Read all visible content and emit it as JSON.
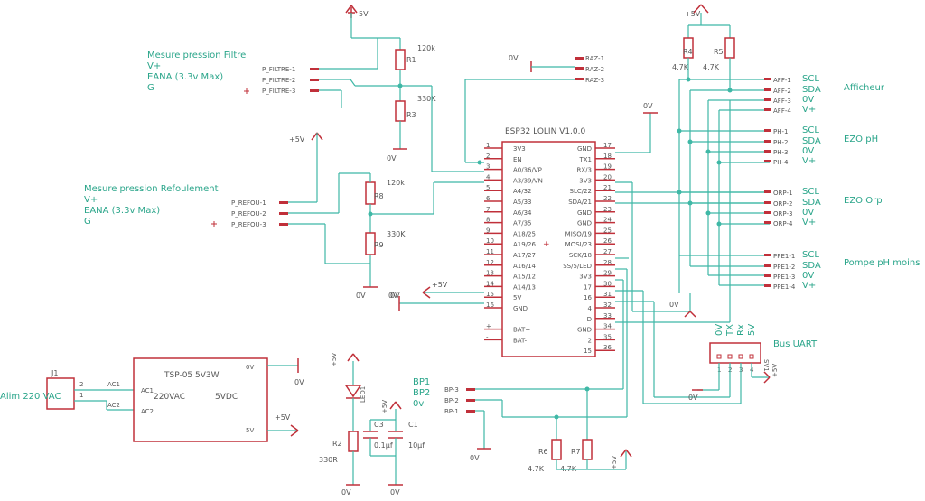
{
  "supply": {
    "top_5v": "5V",
    "r45_5v": "+5V",
    "refou_5v": "+5V",
    "esp_5v": "+5V",
    "pwr_5v_out": "+5V",
    "led_5v": "+5V",
    "cap_5v": "+5V",
    "bus_5v": "+5V",
    "r67_5v": "+5V",
    "esp_0v": "0V",
    "raz_0v": "0V",
    "esp_0v_b": "0V",
    "r3_0v": "0V",
    "r9_0v": "0V",
    "mid_0v": "0V",
    "bus_0v": "0V",
    "pwr_0v": "0V",
    "led_0v": "0V",
    "cap_0v": "0V",
    "bp_0v": "0V"
  },
  "filtre": {
    "title": "Mesure pression Filtre",
    "l1": "V+",
    "l2": "EANA (3.3v Max)",
    "l3": "G",
    "pins": [
      "P_FILTRE-1",
      "P_FILTRE-2",
      "P_FILTRE-3"
    ]
  },
  "refou": {
    "title": "Mesure pression Refoulement",
    "l1": "V+",
    "l2": "EANA (3.3v Max)",
    "l3": "G",
    "pins": [
      "P_REFOU-1",
      "P_REFOU-2",
      "P_REFOU-3"
    ]
  },
  "resistors": {
    "r1": {
      "name": "R1",
      "value": "120k"
    },
    "r3": {
      "name": "R3",
      "value": "330K"
    },
    "r8": {
      "name": "R8",
      "value": "120k"
    },
    "r9": {
      "name": "R9",
      "value": "330K"
    },
    "r4": {
      "name": "R4",
      "value": "4.7K"
    },
    "r5": {
      "name": "R5",
      "value": "4.7K"
    },
    "r6": {
      "name": "R6",
      "value": "4.7K"
    },
    "r7": {
      "name": "R7",
      "value": "4.7K"
    },
    "r2": {
      "name": "R2",
      "value": "330R"
    }
  },
  "raz": {
    "pins": [
      "RAZ-1",
      "RAZ-2",
      "RAZ-3"
    ]
  },
  "esp": {
    "title": "ESP32 LOLIN V1.0.0",
    "left": [
      {
        "n": "1",
        "l": "3V3"
      },
      {
        "n": "2",
        "l": "EN"
      },
      {
        "n": "3",
        "l": "A0/36/VP"
      },
      {
        "n": "4",
        "l": "A3/39/VN"
      },
      {
        "n": "5",
        "l": "A4/32"
      },
      {
        "n": "6",
        "l": "A5/33"
      },
      {
        "n": "7",
        "l": "A6/34"
      },
      {
        "n": "8",
        "l": "A7/35"
      },
      {
        "n": "9",
        "l": "A18/25"
      },
      {
        "n": "10",
        "l": "A19/26"
      },
      {
        "n": "11",
        "l": "A17/27"
      },
      {
        "n": "12",
        "l": "A16/14"
      },
      {
        "n": "13",
        "l": "A15/12"
      },
      {
        "n": "14",
        "l": "A14/13"
      },
      {
        "n": "15",
        "l": "5V"
      },
      {
        "n": "16",
        "l": "GND"
      },
      {
        "n": "",
        "l": ""
      },
      {
        "n": "+",
        "l": "BAT+"
      },
      {
        "n": "-",
        "l": "BAT-"
      }
    ],
    "right": [
      {
        "n": "17",
        "l": "GND"
      },
      {
        "n": "18",
        "l": "TX1"
      },
      {
        "n": "19",
        "l": "RX/3"
      },
      {
        "n": "20",
        "l": "3V3"
      },
      {
        "n": "21",
        "l": "SLC/22"
      },
      {
        "n": "22",
        "l": "SDA/21"
      },
      {
        "n": "23",
        "l": "GND"
      },
      {
        "n": "24",
        "l": "GND"
      },
      {
        "n": "25",
        "l": "MISO/19"
      },
      {
        "n": "26",
        "l": "MOSI/23"
      },
      {
        "n": "27",
        "l": "SCK/18"
      },
      {
        "n": "28",
        "l": "SS/5/LED"
      },
      {
        "n": "29",
        "l": "3V3"
      },
      {
        "n": "30",
        "l": "17"
      },
      {
        "n": "31",
        "l": "16"
      },
      {
        "n": "32",
        "l": "4"
      },
      {
        "n": "33",
        "l": "D"
      },
      {
        "n": "34",
        "l": "GND"
      },
      {
        "n": "35",
        "l": "2"
      },
      {
        "n": "36",
        "l": "15"
      }
    ]
  },
  "connectors": {
    "aff": {
      "pins": [
        "AFF-1",
        "AFF-2",
        "AFF-3",
        "AFF-4"
      ],
      "sig": [
        "SCL",
        "SDA",
        "0V",
        "V+"
      ],
      "title": "Afficheur"
    },
    "ph": {
      "pins": [
        "PH-1",
        "PH-2",
        "PH-3",
        "PH-4"
      ],
      "sig": [
        "SCL",
        "SDA",
        "0V",
        "V+"
      ],
      "title": "EZO pH"
    },
    "orp": {
      "pins": [
        "ORP-1",
        "ORP-2",
        "ORP-3",
        "ORP-4"
      ],
      "sig": [
        "SCL",
        "SDA",
        "0V",
        "V+"
      ],
      "title": "EZO Orp"
    },
    "ppe": {
      "pins": [
        "PPE1-1",
        "PPE1-2",
        "PPE1-3",
        "PPE1-4"
      ],
      "sig": [
        "SCL",
        "SDA",
        "0V",
        "V+"
      ],
      "title": "Pompe pH moins"
    }
  },
  "bus": {
    "title": "Bus UART",
    "ref": "SV1",
    "sig": [
      "0V",
      "TX",
      "Rx",
      "5V"
    ],
    "pins": [
      "1",
      "2",
      "3",
      "4"
    ]
  },
  "bp": {
    "pins": [
      "BP-3",
      "BP-2",
      "BP-1"
    ],
    "title1": "BP1",
    "title2": "BP2",
    "title3": "0v"
  },
  "power": {
    "j1": "J1",
    "alim": "Alim 220 VAC",
    "p1": "1",
    "p2": "2",
    "ac1": "AC1",
    "ac2": "AC2",
    "title": "TSP-05 5V3W",
    "in_label": "220VAC",
    "out_label": "5VDC",
    "ac1_in": "AC1",
    "ac2_in": "AC2",
    "o0v": "0V",
    "o5v": "5V"
  },
  "led": {
    "name": "LED1"
  },
  "caps": {
    "c1": "C1",
    "c1v": "10µf",
    "c3": "C3",
    "c3v": "0.1µf"
  }
}
